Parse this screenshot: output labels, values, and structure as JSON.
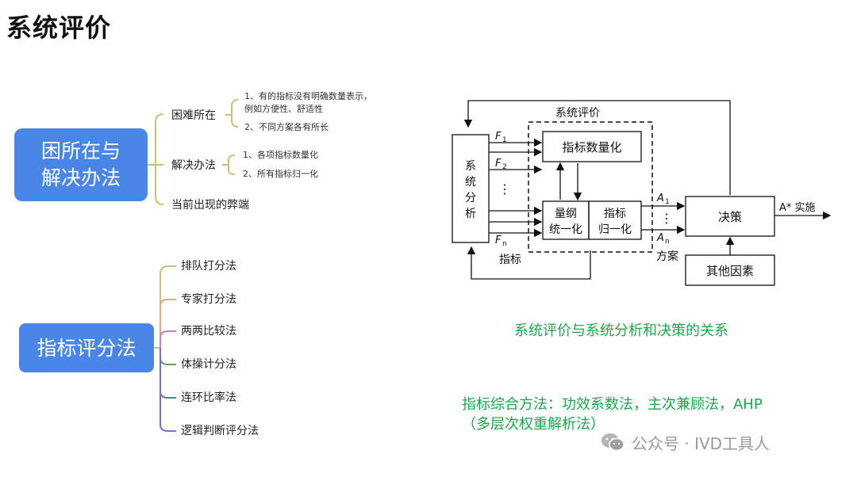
{
  "title": "系统评价",
  "mindmap1": {
    "root": [
      "困所在与",
      "解决办法"
    ],
    "branches": [
      "困难所在",
      "解决办法",
      "当前出现的弊端"
    ],
    "difficulty_notes": [
      "1、有的指标没有明确数量表示，",
      "例如方便性、舒适性",
      "2、不同方案各有所长"
    ],
    "solution_notes": [
      "1、各项指标数量化",
      "2、所有指标归一化"
    ]
  },
  "mindmap2": {
    "root": "指标评分法",
    "items": [
      "排队打分法",
      "专家打分法",
      "两两比较法",
      "体操计分法",
      "连环比率法",
      "逻辑判断评分法"
    ]
  },
  "diagram": {
    "system_analysis": [
      "系",
      "统",
      "分",
      "析"
    ],
    "eval_label": "系统评价",
    "quantify": "指标数量化",
    "unify": [
      "量纲",
      "统一化"
    ],
    "normalize": [
      "指标",
      "归一化"
    ],
    "decision": "决策",
    "other_factors": "其他因素",
    "f1": "F",
    "f1_sub": "1",
    "f2": "F",
    "f2_sub": "2",
    "fn": "F",
    "fn_sub": "n",
    "a1": "A",
    "a1_sub": "1",
    "an": "A",
    "an_sub": "n",
    "output": "A* 实施",
    "indicator_label": "指标",
    "plan_label": "方案",
    "vdots": "⋮"
  },
  "caption": "系统评价与系统分析和决策的关系",
  "method_text": "指标综合方法：功效系数法，主次兼顾法，AHP（多层次权重解析法）",
  "watermark": "公众号 · IVD工具人",
  "colors": {
    "node_blue": "#4a86e8",
    "branch_olive": "#c9c07c",
    "branch_purple": "#7d6ccc",
    "branch_teal": "#2f9a8c",
    "caption_green": "#19a84a"
  }
}
